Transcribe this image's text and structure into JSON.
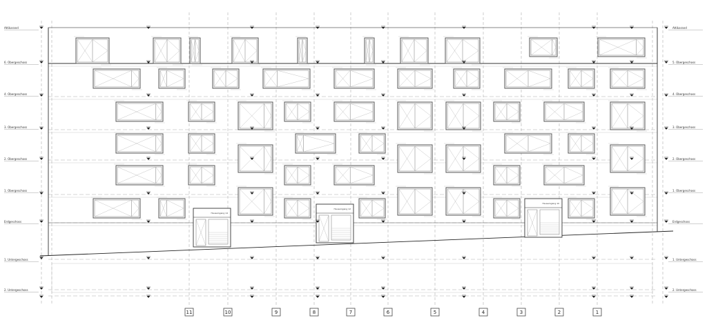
{
  "levels": {
    "left": [
      {
        "label": "Attikarand"
      },
      {
        "label": "6. Obergeschoss"
      },
      {
        "label": "4. Obergeschoss"
      },
      {
        "label": "3. Obergeschoss"
      },
      {
        "label": "2. Obergeschoss"
      },
      {
        "label": "1. Obergeschoss"
      },
      {
        "label": "Erdgeschoss"
      },
      {
        "label": "1. Untergeschoss"
      },
      {
        "label": "2. Untergeschoss"
      }
    ],
    "right": [
      {
        "label": "Attikarand"
      },
      {
        "label": "5. Obergeschoss"
      },
      {
        "label": "4. Obergeschoss"
      },
      {
        "label": "3. Obergeschoss"
      },
      {
        "label": "2. Obergeschoss"
      },
      {
        "label": "2. Obergeschoss"
      },
      {
        "label": "1. Obergeschoss"
      },
      {
        "label": "Erdgeschoss"
      },
      {
        "label": "1. Untergeschoss"
      },
      {
        "label": "2. Untergeschoss"
      }
    ]
  },
  "axes": [
    "11",
    "10",
    "9",
    "8",
    "7",
    "6",
    "5",
    "4",
    "3",
    "2",
    "1"
  ],
  "doors": [
    {
      "label": "Hauseingang 14"
    },
    {
      "label": "Hauseingang 12"
    },
    {
      "label": "Hauseingang 10"
    }
  ]
}
